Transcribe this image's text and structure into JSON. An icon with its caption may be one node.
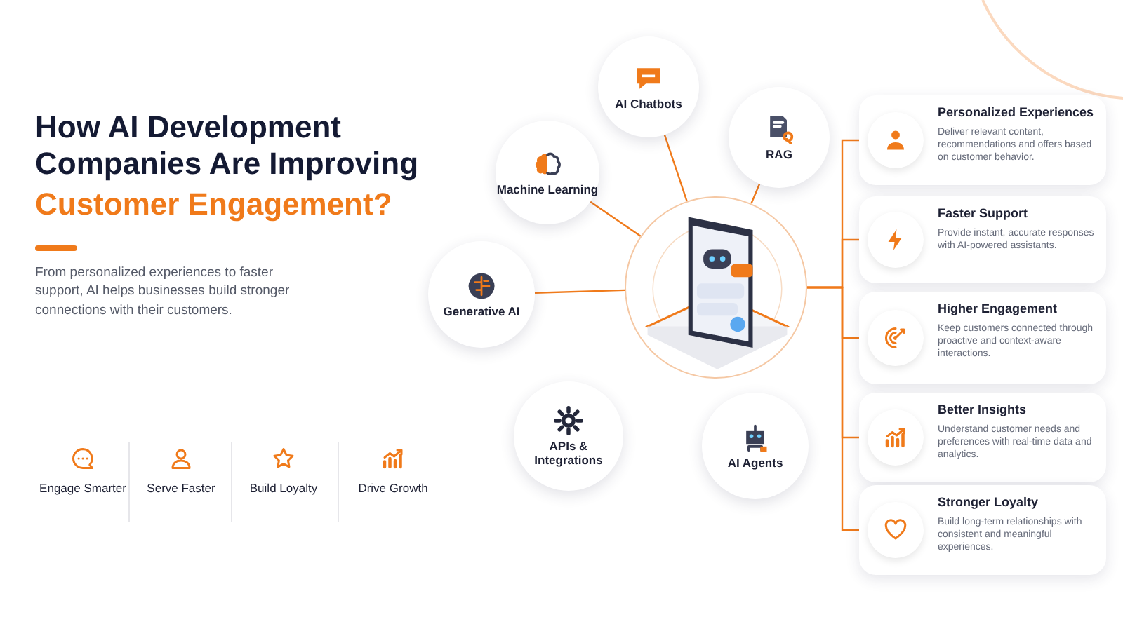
{
  "diagram": {
    "title": "How AI Development Companies Are Improving",
    "nodes": [
      {
        "text": [],
        "shape": "picture"
      },
      {
        "text": [
          "AI Chatbots"
        ]
      },
      {
        "text": [
          "Machine Learning"
        ]
      },
      {
        "text": [
          "RAG"
        ]
      },
      {
        "text": [
          "Generative AI"
        ]
      },
      {
        "text": [
          "APIs & Integrations"
        ]
      },
      {
        "text": [
          "AI Agents"
        ]
      },
      {
        "text": [
          "Personalized Experiences",
          "Deliver relevant content, recommendations and offers based on customer behavior."
        ]
      },
      {
        "text": [
          "Faster Support",
          "Provide instant, accurate responses with AI-powered assistants."
        ]
      },
      {
        "text": [
          "Higher Engagement",
          "Keep customers connected through proactive and context-aware interactions."
        ]
      },
      {
        "text": [
          "Better Insights",
          "Understand customer needs and preferences with real-time data and analytics."
        ]
      },
      {
        "text": [
          "Stronger Loyalty",
          "Build long-term relationships with consistent and meaningful experiences."
        ]
      }
    ],
    "edges": [
      {
        "from": 1,
        "to": 0,
        "arrow": "none"
      },
      {
        "from": 2,
        "to": 0,
        "arrow": "none"
      },
      {
        "from": 3,
        "to": 0,
        "arrow": "none"
      },
      {
        "from": 4,
        "to": 0,
        "arrow": "none"
      },
      {
        "from": 0,
        "to": 7,
        "arrow": "none"
      },
      {
        "from": 0,
        "to": 8,
        "arrow": "none"
      },
      {
        "from": 0,
        "to": 9,
        "arrow": "none"
      },
      {
        "from": 0,
        "to": 10,
        "arrow": "none"
      },
      {
        "from": 0,
        "to": 11,
        "arrow": "none"
      }
    ],
    "labels": [
      "Customer Engagement?",
      "From personalized experiences to faster support, AI helps businesses build stronger connections with their customers.",
      "Engage Smarter",
      "Serve Faster",
      "Build Loyalty",
      "Drive Growth"
    ]
  }
}
